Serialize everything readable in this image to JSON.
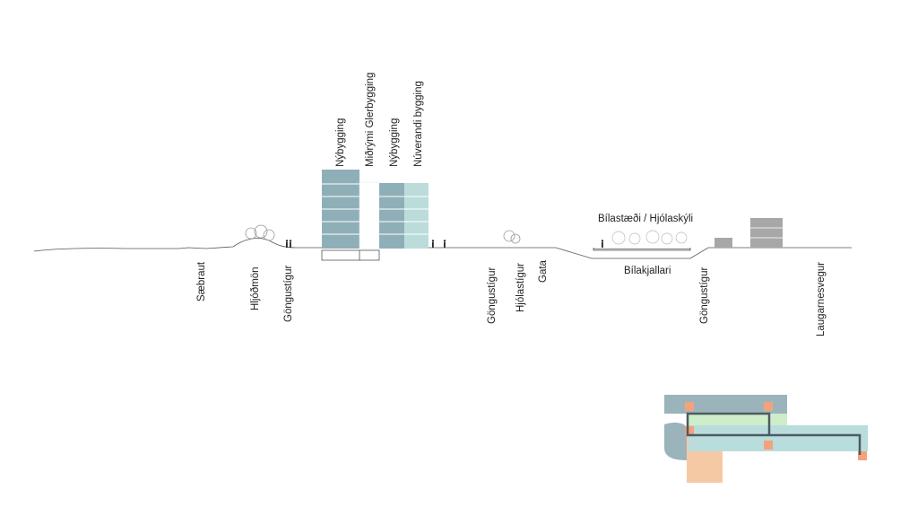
{
  "building_labels": {
    "new_building_1": "Nýbygging",
    "glass_middle": "Miðrými Glerbygging",
    "new_building_2": "Nýbygging",
    "existing_building": "Núverandi bygging"
  },
  "parking_label": "Bílastæði / Hjólaskýli",
  "garage_label": "Bílakjallari",
  "ground_labels": [
    "Sæbraut",
    "Hljóðmön",
    "Göngustígur",
    "Göngustígur",
    "Hjólastígur",
    "Gata",
    "Göngustígur",
    "Laugarnesvegur"
  ],
  "colors": {
    "new_building": "#8fafb8",
    "existing_building": "#bcdcdc",
    "plan_dark": "#9bb4bc",
    "plan_green": "#cdeec9",
    "plan_lightblue": "#b9dcdc",
    "plan_peach": "#f6c9a5",
    "plan_orange": "#f3a27c",
    "plan_route": "#4e5a63",
    "gray_building": "#a7a7a7"
  }
}
